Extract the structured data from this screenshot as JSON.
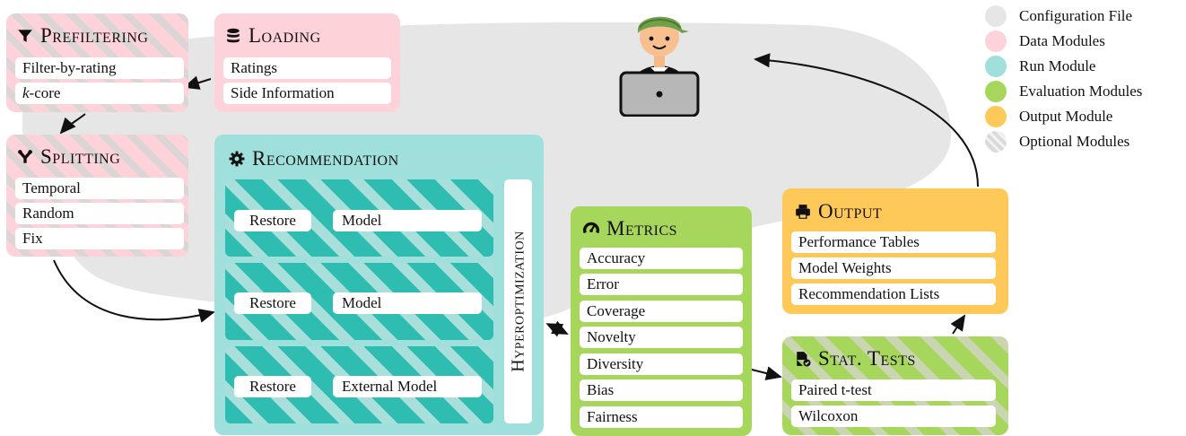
{
  "modules": {
    "prefiltering": {
      "title": "Prefiltering",
      "items": [
        "Filter-by-rating",
        "-core"
      ],
      "kcore_prefix": "k"
    },
    "loading": {
      "title": "Loading",
      "items": [
        "Ratings",
        "Side Information"
      ]
    },
    "splitting": {
      "title": "Splitting",
      "items": [
        "Temporal",
        "Random",
        "Fix"
      ]
    },
    "recommendation": {
      "title": "Recommendation",
      "rows": [
        {
          "restore": "Restore",
          "model": "Model"
        },
        {
          "restore": "Restore",
          "model": "Model"
        },
        {
          "restore": "Restore",
          "model": "External Model"
        }
      ],
      "hyper": "Hyperoptimization"
    },
    "metrics": {
      "title": "Metrics",
      "items": [
        "Accuracy",
        "Error",
        "Coverage",
        "Novelty",
        "Diversity",
        "Bias",
        "Fairness"
      ]
    },
    "output": {
      "title": "Output",
      "items": [
        "Performance Tables",
        "Model Weights",
        "Recommendation Lists"
      ]
    },
    "stat_tests": {
      "title": "Stat. Tests",
      "items": [
        "Paired t-test",
        "Wilcoxon"
      ]
    }
  },
  "legend": [
    {
      "label": "Configuration File",
      "color": "#e6e6e6"
    },
    {
      "label": "Data Modules",
      "color": "#fdd3d9"
    },
    {
      "label": "Run Module",
      "color": "#9fe0dc"
    },
    {
      "label": "Evaluation Modules",
      "color": "#a7d65c"
    },
    {
      "label": "Output Module",
      "color": "#ffc95a"
    },
    {
      "label": "Optional Modules",
      "color": "striped"
    }
  ],
  "icons": {
    "prefiltering": "filter-icon",
    "loading": "database-icon",
    "splitting": "split-icon",
    "recommendation": "gear-icon",
    "metrics": "gauge-icon",
    "output": "printer-icon",
    "stat_tests": "test-file-icon",
    "user": "user-laptop-icon"
  }
}
